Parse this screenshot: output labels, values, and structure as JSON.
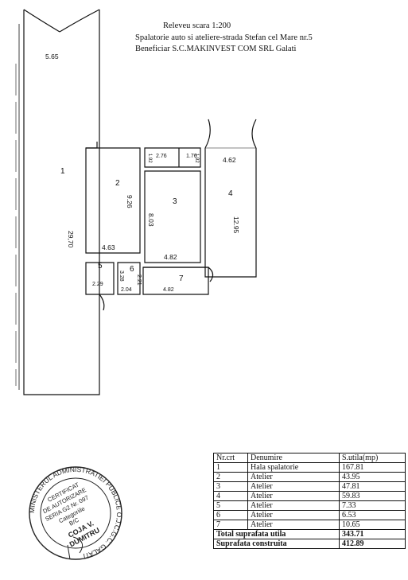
{
  "header": {
    "line1": "Releveu scara 1:200",
    "line2": "Spalatorie auto si ateliere-strada Stefan cel Mare nr.5",
    "line3": "Beneficiar S.C.MAKINVEST COM SRL Galati"
  },
  "plan": {
    "dims": {
      "hall_width": "5.65",
      "hall_length": "29,70",
      "r2_length": "9.26",
      "r2_width": "4.63",
      "r3_length": "8.03",
      "r3_width": "4.82",
      "r4_width": "4.62",
      "r4_length": "12.95",
      "r5_width": "2.29",
      "r5_length": "3.28",
      "r6_width": "2.04",
      "r6_length": "2.21",
      "r7_width": "4.82",
      "wc1_w": "2.76",
      "wc1_h": "1.92",
      "wc2_w": "1.76",
      "wc2_h": "1.92"
    },
    "room_numbers": [
      "1",
      "2",
      "3",
      "4",
      "5",
      "6",
      "7"
    ]
  },
  "table": {
    "headers": [
      "Nr.crt",
      "Denumire",
      "S.utila(mp)"
    ],
    "rows": [
      [
        "1",
        "Hala spalatorie",
        "167.81"
      ],
      [
        "2",
        "Atelier",
        "43.95"
      ],
      [
        "3",
        "Atelier",
        "47.81"
      ],
      [
        "4",
        "Atelier",
        "59.83"
      ],
      [
        "5",
        "Atelier",
        "7.33"
      ],
      [
        "6",
        "Atelier",
        "6.53"
      ],
      [
        "7",
        "Atelier",
        "10.65"
      ]
    ],
    "total_label": "Total suprafata utila",
    "total_value": "343.71",
    "built_label": "Suprafata construita",
    "built_value": "412.89"
  },
  "stamp": {
    "ring_text": "MINISTERUL ADMINISTRATIEI PUBLICE O.J.C.G.C. GALATI",
    "line1": "CERTIFICAT",
    "line2": "DE AUTORIZARE",
    "line3": "SERIA G2 Nr. 097",
    "line4": "Categoriile",
    "line5": "B/C",
    "line6": "COJA V.",
    "line7": "DUMITRU"
  }
}
